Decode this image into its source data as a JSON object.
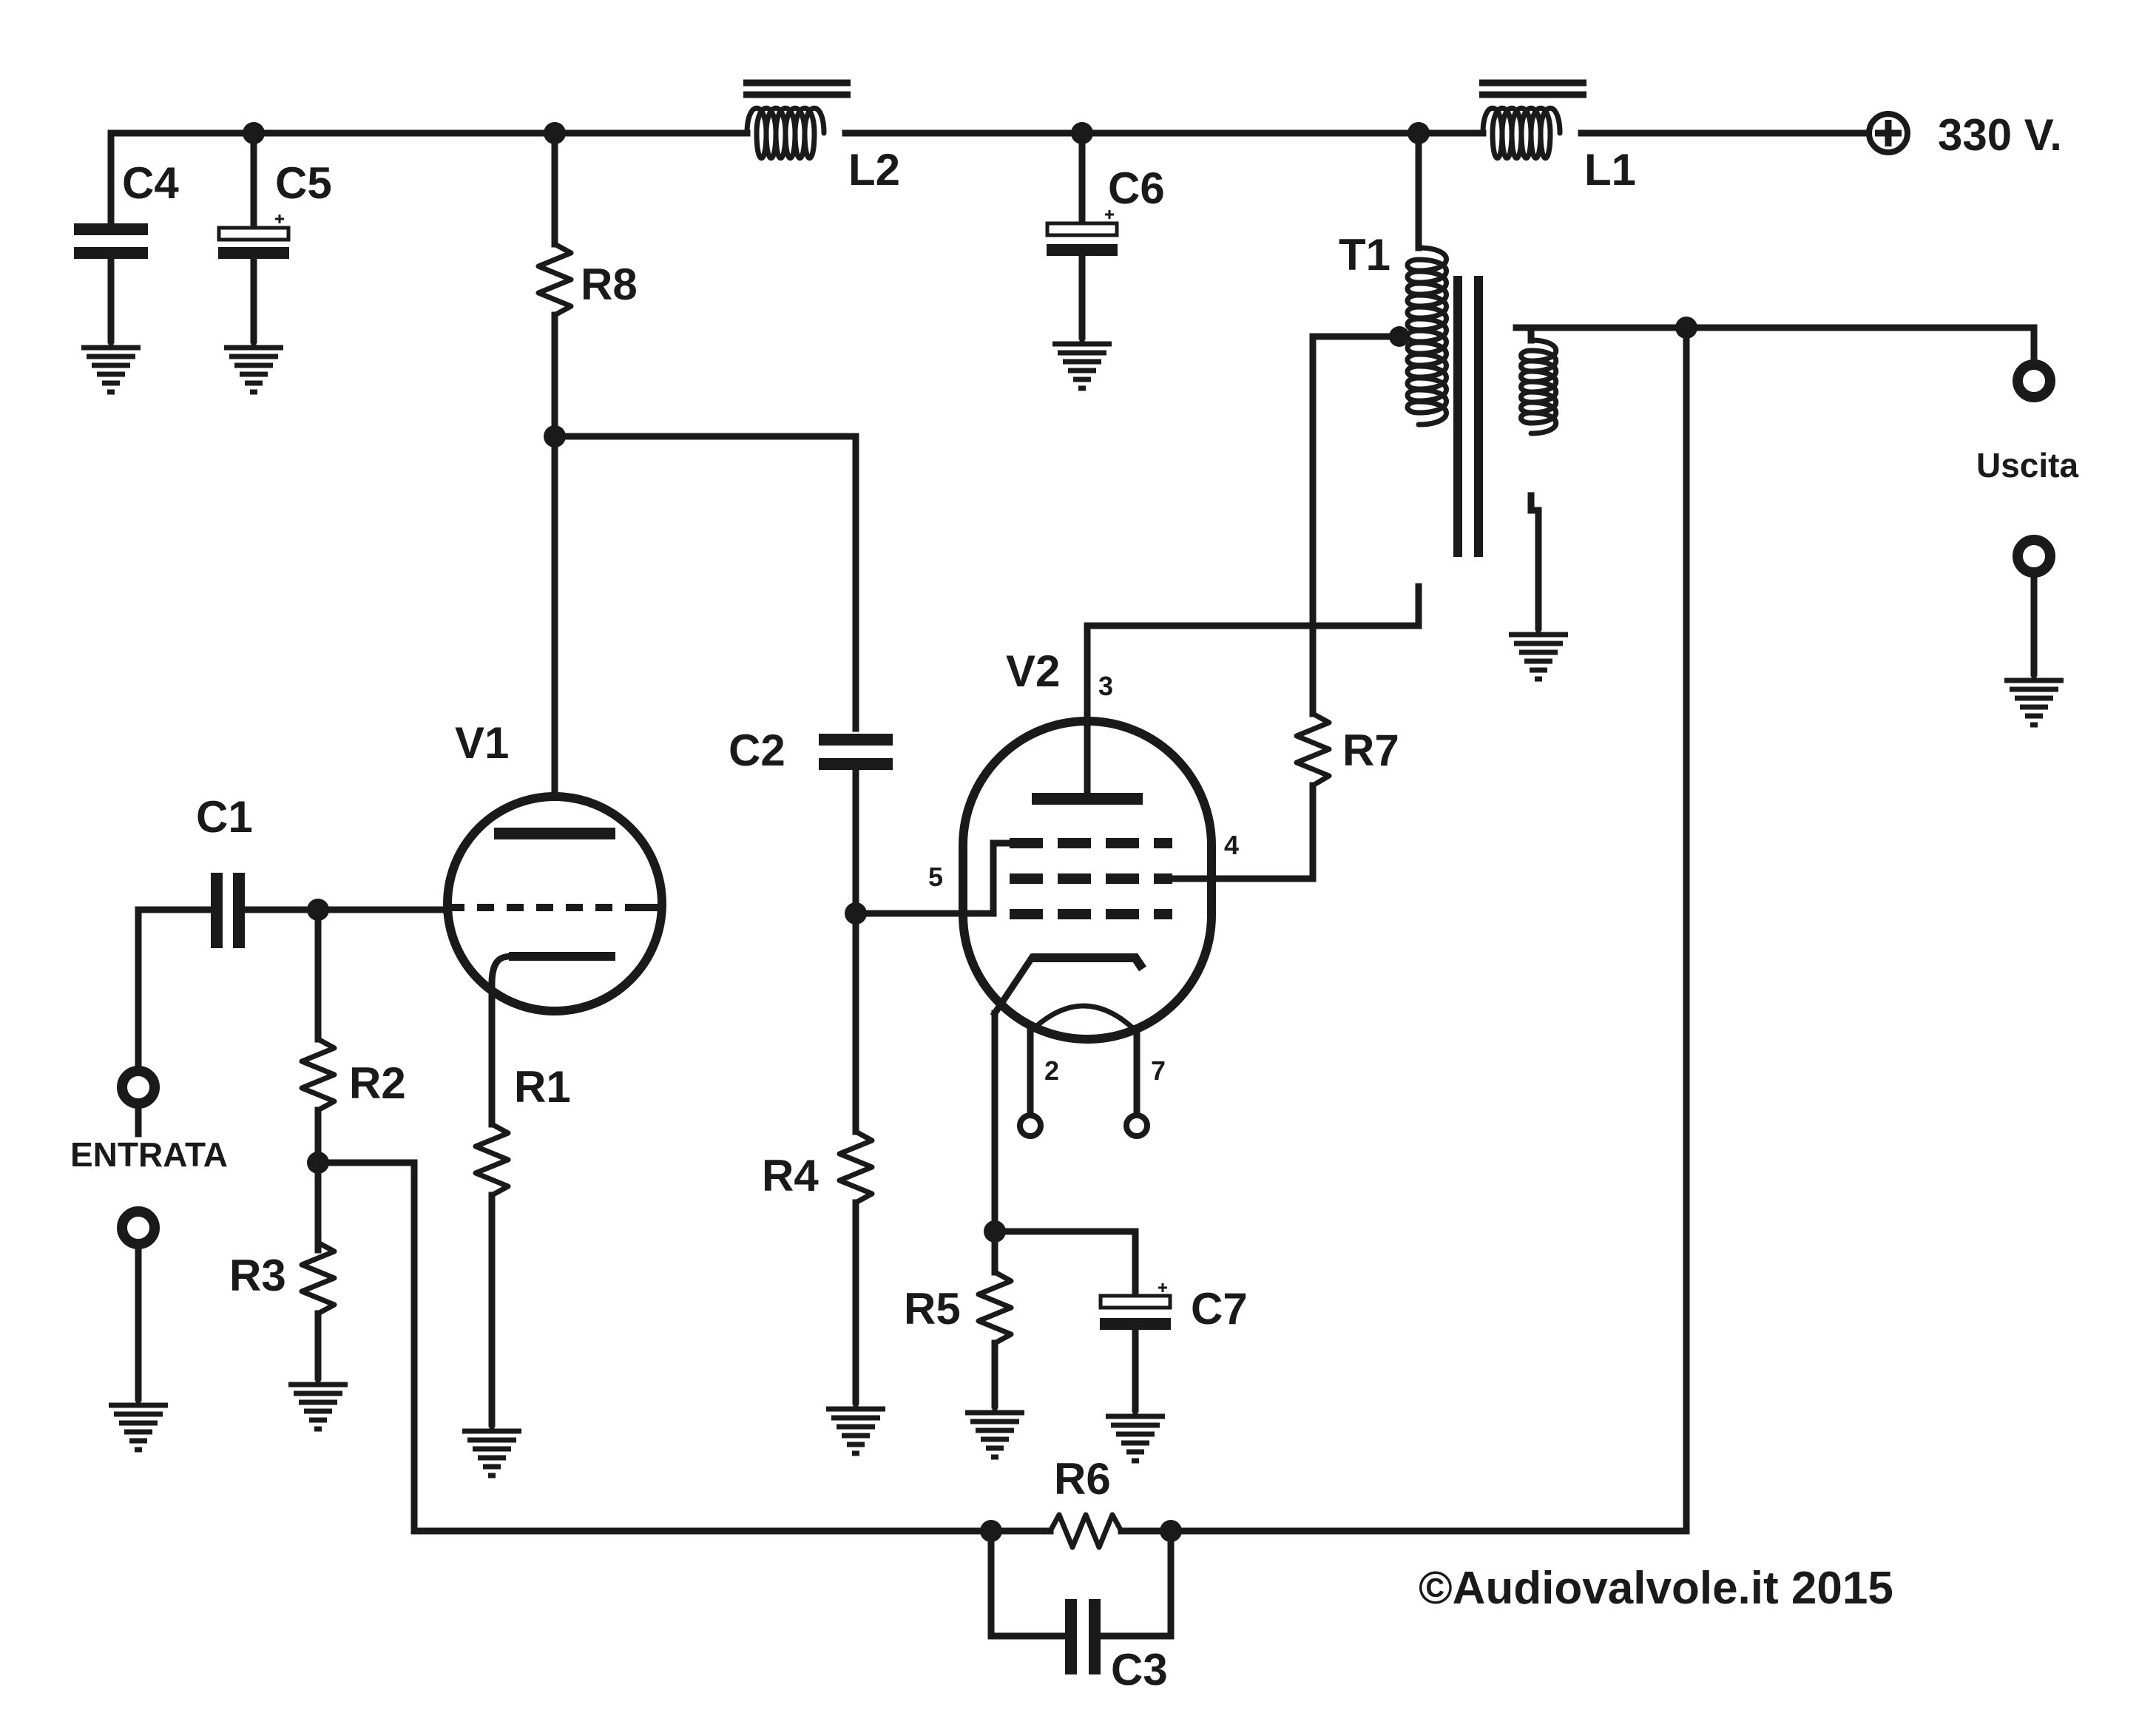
{
  "supply": {
    "label": "330 V."
  },
  "labels": {
    "C1": "C1",
    "C2": "C2",
    "C3": "C3",
    "C4": "C4",
    "C5": "C5",
    "C6": "C6",
    "C7": "C7",
    "R1": "R1",
    "R2": "R2",
    "R3": "R3",
    "R4": "R4",
    "R5": "R5",
    "R6": "R6",
    "R7": "R7",
    "R8": "R8",
    "L1": "L1",
    "L2": "L2",
    "T1": "T1",
    "V1": "V1",
    "V2": "V2"
  },
  "pins": {
    "p2": "2",
    "p3": "3",
    "p4": "4",
    "p5": "5",
    "p7": "7"
  },
  "io": {
    "input": "ENTRATA",
    "output": "Uscita"
  },
  "copyright": "©Audiovalvole.it 2015",
  "colors": {
    "ink": "#1a1a1a",
    "background": "#ffffff"
  }
}
